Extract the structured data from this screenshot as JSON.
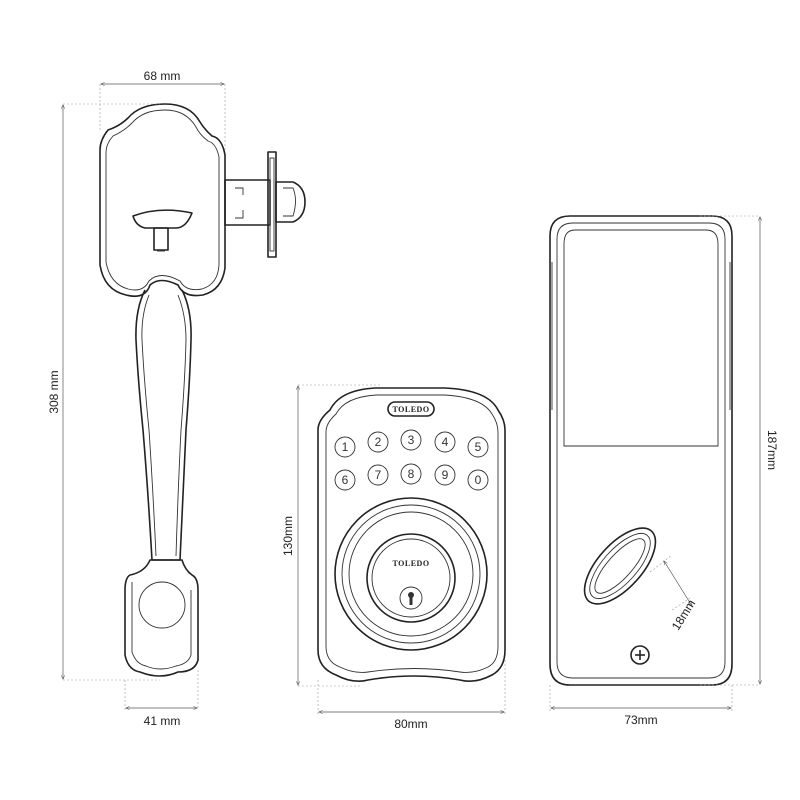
{
  "dimensions": {
    "handle_width": "68 mm",
    "handle_height": "308 mm",
    "handle_bottom_width": "41 mm",
    "keypad_height": "130mm",
    "keypad_width": "80mm",
    "interior_height": "187mm",
    "interior_width": "73mm",
    "thumbturn_size": "18mm"
  },
  "brand": {
    "keypad_logo": "TOLEDO",
    "cylinder_logo": "TOLEDO"
  },
  "keypad": {
    "row1": [
      "1",
      "2",
      "3",
      "4",
      "5"
    ],
    "row2": [
      "6",
      "7",
      "8",
      "9",
      "0"
    ]
  },
  "icons": {
    "screw": "phillips-screw-icon",
    "key": "keyhole-icon",
    "arrows": "dimension-arrow"
  },
  "colors": {
    "line": "#222222",
    "dimension": "#555555",
    "background": "#ffffff"
  }
}
